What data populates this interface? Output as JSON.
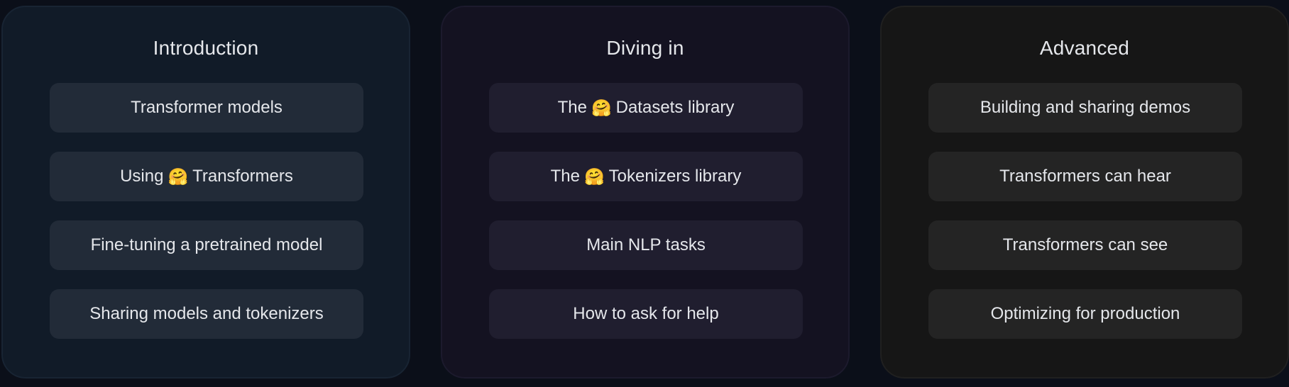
{
  "columns": [
    {
      "title": "Introduction",
      "items": [
        {
          "label": "Transformer models"
        },
        {
          "pre": "Using",
          "icon": "🤗",
          "post": "Transformers"
        },
        {
          "label": "Fine-tuning a pretrained model"
        },
        {
          "label": "Sharing models and tokenizers"
        }
      ]
    },
    {
      "title": "Diving in",
      "items": [
        {
          "pre": "The",
          "icon": "🤗",
          "post": "Datasets library"
        },
        {
          "pre": "The",
          "icon": "🤗",
          "post": "Tokenizers library"
        },
        {
          "label": "Main NLP tasks"
        },
        {
          "label": "How to ask for help"
        }
      ]
    },
    {
      "title": "Advanced",
      "items": [
        {
          "label": "Building and sharing demos"
        },
        {
          "label": "Transformers can hear"
        },
        {
          "label": "Transformers can see"
        },
        {
          "label": "Optimizing for production"
        }
      ]
    }
  ],
  "colors": {
    "background": "#0b0f19",
    "introduction_panel": "#111b28",
    "diving_panel": "#141221",
    "advanced_panel": "#161616",
    "text": "#e5e7eb"
  },
  "icons": {
    "hugging_face": "hugging-face-icon"
  }
}
